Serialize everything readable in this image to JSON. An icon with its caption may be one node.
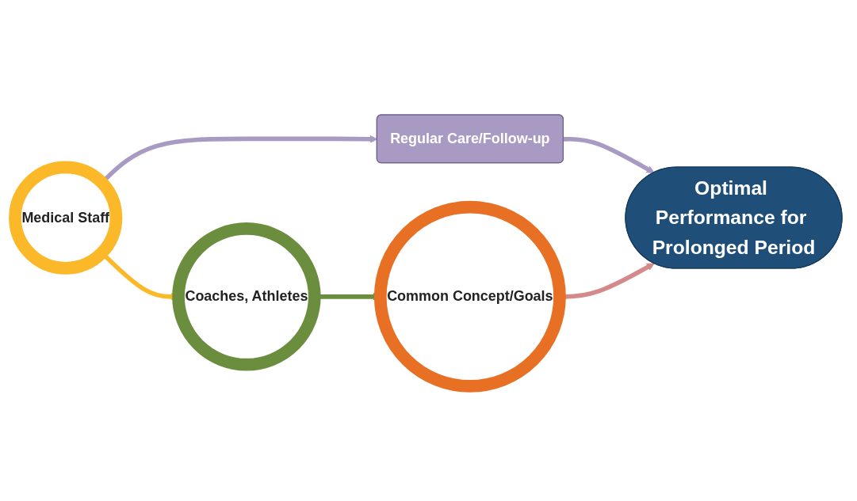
{
  "diagram": {
    "nodes": [
      {
        "text": [
          "Medical Staff"
        ]
      },
      {
        "text": [
          "Coaches, Athletes"
        ]
      },
      {
        "text": [
          "Common Concept/Goals"
        ]
      },
      {
        "text": [
          "Regular Care/Follow-up"
        ]
      },
      {
        "text": [
          "Optimal Performance for Prolonged Period"
        ]
      }
    ],
    "edges": [
      {
        "from": 0,
        "to": 1,
        "arrow": "to",
        "color": "#fbb829"
      },
      {
        "from": 1,
        "to": 2,
        "arrow": "to",
        "color": "#6b8e3e"
      },
      {
        "from": 0,
        "to": 3,
        "arrow": "to",
        "color": "#a99ac4"
      },
      {
        "from": 3,
        "to": 4,
        "arrow": "to",
        "color": "#a99ac4"
      },
      {
        "from": 2,
        "to": 4,
        "arrow": "to",
        "color": "#d48a8a"
      }
    ]
  }
}
